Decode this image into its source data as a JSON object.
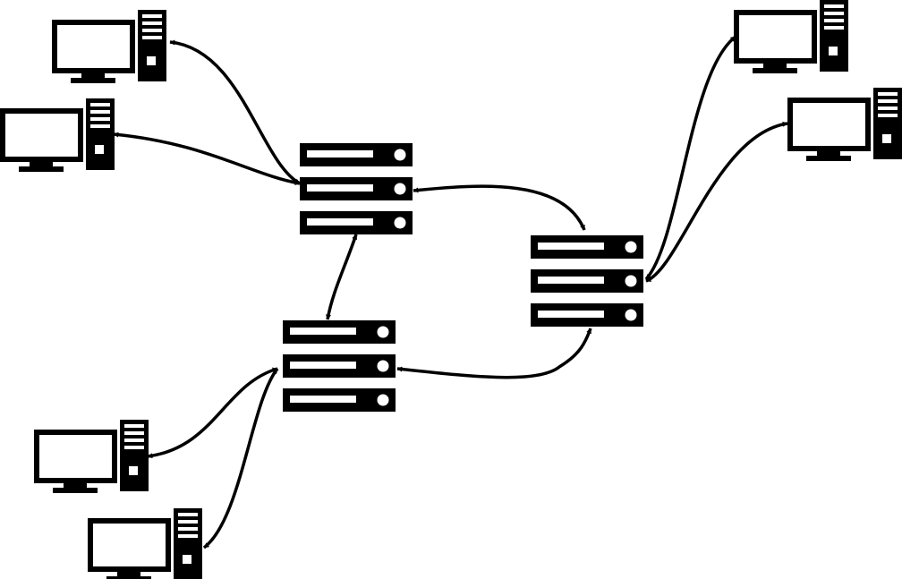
{
  "colors": {
    "background": "#ffffff",
    "ink": "#000000"
  },
  "nodes": {
    "servers": [
      {
        "id": "server-top"
      },
      {
        "id": "server-right"
      },
      {
        "id": "server-bottom"
      }
    ],
    "computers": [
      {
        "id": "computer-top-left-1",
        "attached_to": "server-top"
      },
      {
        "id": "computer-top-left-2",
        "attached_to": "server-top"
      },
      {
        "id": "computer-top-right-1",
        "attached_to": "server-right"
      },
      {
        "id": "computer-top-right-2",
        "attached_to": "server-right"
      },
      {
        "id": "computer-bottom-left-1",
        "attached_to": "server-bottom"
      },
      {
        "id": "computer-bottom-left-2",
        "attached_to": "server-bottom"
      }
    ]
  },
  "links": [
    {
      "from": "server-top",
      "to": "server-right",
      "direction": "bidirectional"
    },
    {
      "from": "server-top",
      "to": "server-bottom",
      "direction": "bidirectional"
    },
    {
      "from": "server-bottom",
      "to": "server-right",
      "direction": "bidirectional"
    },
    {
      "from": "server-top",
      "to": "computer-top-left-1",
      "direction": "bidirectional"
    },
    {
      "from": "server-top",
      "to": "computer-top-left-2",
      "direction": "bidirectional"
    },
    {
      "from": "server-right",
      "to": "computer-top-right-1",
      "direction": "bidirectional"
    },
    {
      "from": "server-right",
      "to": "computer-top-right-2",
      "direction": "bidirectional"
    },
    {
      "from": "server-bottom",
      "to": "computer-bottom-left-1",
      "direction": "bidirectional"
    },
    {
      "from": "server-bottom",
      "to": "computer-bottom-left-2",
      "direction": "bidirectional"
    }
  ]
}
